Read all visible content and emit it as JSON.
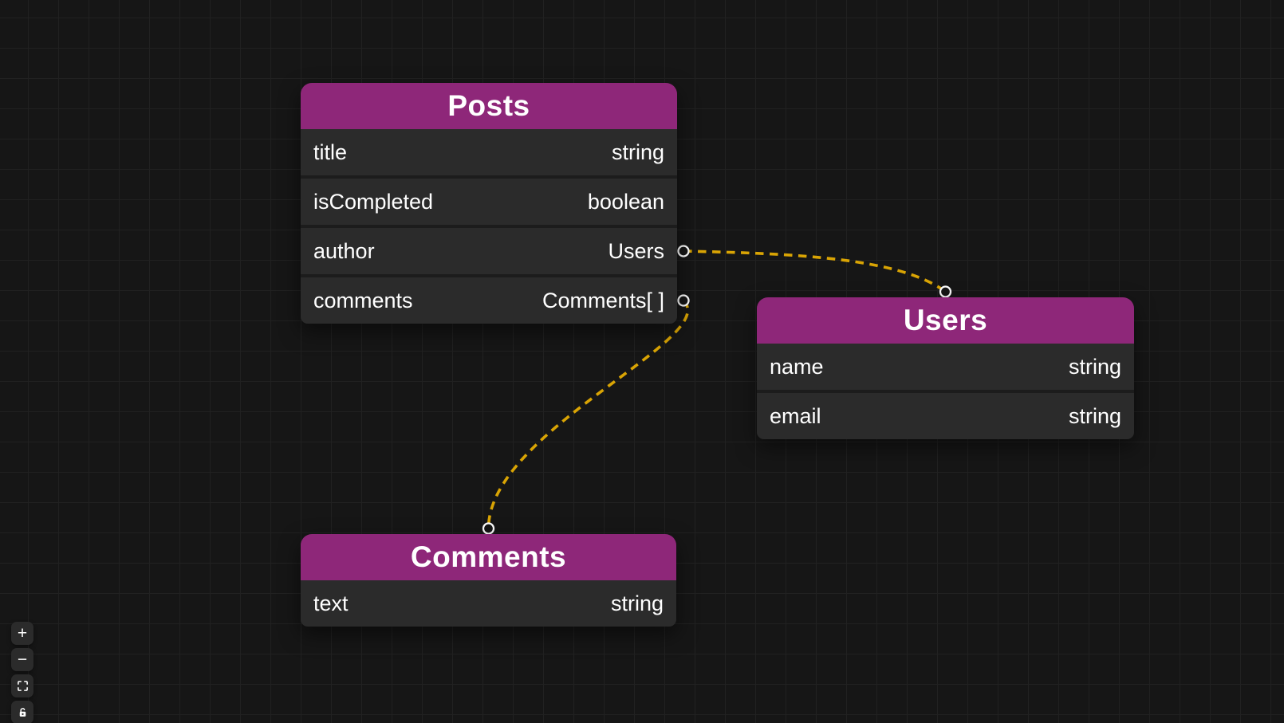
{
  "colors": {
    "accent": "#8e2779",
    "edge": "#d9a404",
    "canvas_bg": "#161616",
    "grid_line": "#212121",
    "row_bg": "#2b2b2b",
    "row_divider": "#1c1c1c",
    "text": "#ffffff"
  },
  "nodes": {
    "posts": {
      "title": "Posts",
      "fields": [
        {
          "name": "title",
          "type": "string"
        },
        {
          "name": "isCompleted",
          "type": "boolean"
        },
        {
          "name": "author",
          "type": "Users"
        },
        {
          "name": "comments",
          "type": "Comments[ ]"
        }
      ]
    },
    "users": {
      "title": "Users",
      "fields": [
        {
          "name": "name",
          "type": "string"
        },
        {
          "name": "email",
          "type": "string"
        }
      ]
    },
    "comments": {
      "title": "Comments",
      "fields": [
        {
          "name": "text",
          "type": "string"
        }
      ]
    }
  },
  "edges": [
    {
      "source": "Posts.author",
      "target": "Users",
      "style": "dashed"
    },
    {
      "source": "Posts.comments",
      "target": "Comments",
      "style": "dashed"
    }
  ],
  "controls": {
    "zoom_in_label": "+",
    "zoom_out_label": "−",
    "buttons": [
      "zoom-in",
      "zoom-out",
      "fit-view",
      "toggle-interactivity"
    ]
  }
}
